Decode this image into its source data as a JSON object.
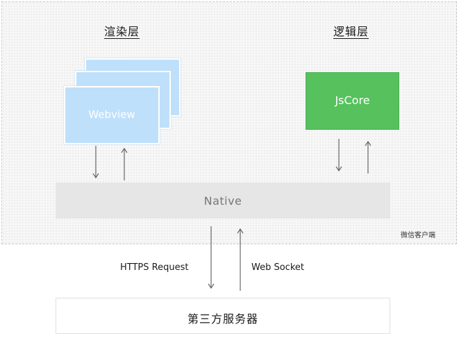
{
  "client": {
    "label": "微信客户端",
    "render_layer": {
      "title": "渲染层",
      "webview_label": "Webview"
    },
    "logic_layer": {
      "title": "逻辑层",
      "jscore_label": "JsCore"
    },
    "native_label": "Native"
  },
  "connections": {
    "https_label": "HTTPS Request",
    "websocket_label": "Web Socket"
  },
  "server": {
    "label": "第三方服务器"
  },
  "colors": {
    "webview_fill": "#bfe0fb",
    "jscore_fill": "#56c15d",
    "native_fill": "#e6e6e6",
    "arrow": "#666666"
  }
}
